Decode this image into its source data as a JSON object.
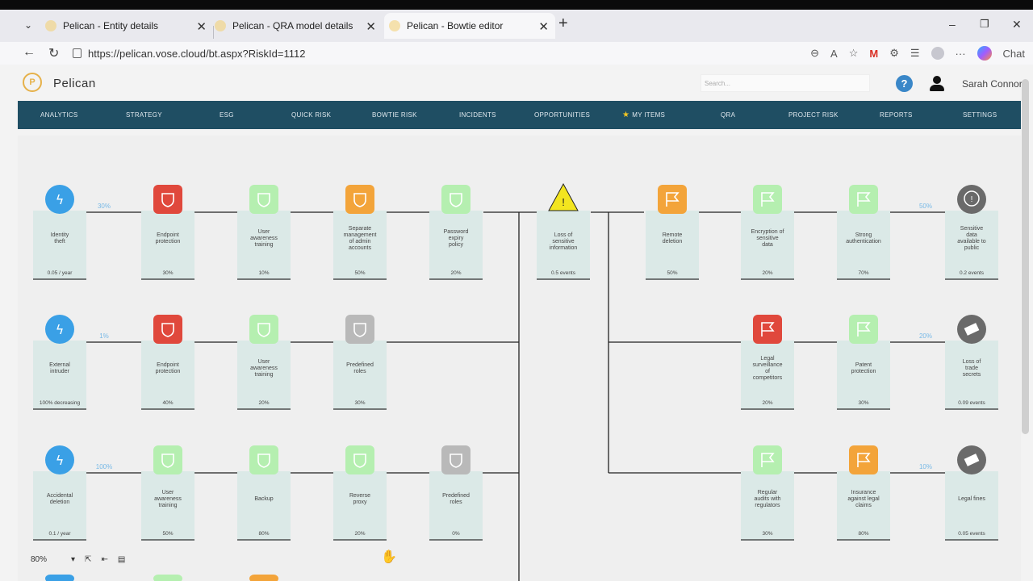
{
  "browser": {
    "tabs": [
      {
        "label": "Pelican - Entity details"
      },
      {
        "label": "Pelican - QRA model details"
      },
      {
        "label": "Pelican - Bowtie editor"
      }
    ],
    "new_tab": "+",
    "window_controls": {
      "minimize": "–",
      "restore": "❐",
      "close": "✕"
    },
    "url": "https://pelican.vose.cloud/bt.aspx?RiskId=1112",
    "chat_label": "Chat",
    "gmail_glyph": "M",
    "more_glyph": "···"
  },
  "app": {
    "brand": "Pelican",
    "search_placeholder": "Search...",
    "help_glyph": "?",
    "user_name": "Sarah Connor",
    "menu": [
      {
        "label": "ANALYTICS"
      },
      {
        "label": "STRATEGY"
      },
      {
        "label": "ESG"
      },
      {
        "label": "QUICK RISK"
      },
      {
        "label": "BOWTIE RISK"
      },
      {
        "label": "INCIDENTS"
      },
      {
        "label": "OPPORTUNITIES"
      },
      {
        "label": "MY ITEMS",
        "starred": true
      },
      {
        "label": "QRA"
      },
      {
        "label": "PROJECT RISK"
      },
      {
        "label": "REPORTS"
      },
      {
        "label": "SETTINGS"
      }
    ]
  },
  "colors": {
    "threat": "#3aa0e6",
    "control_red": "#e0483c",
    "control_orange": "#f3a43a",
    "control_green": "#b5efb0",
    "control_grey": "#b9b9b9",
    "consequence": "#6a6a6a",
    "hazard": "#f3e51f",
    "pct_label": "#78b9e6",
    "card": "#dbe9e7"
  },
  "bowtie": {
    "hazard": {
      "label": "Loss of sensitive information",
      "value": "0.5 events"
    },
    "threats": [
      {
        "name": "Identity theft",
        "value": "0.05 / year",
        "link_pct": "30%",
        "controls": [
          {
            "name": "Endpoint protection",
            "value": "30%",
            "status": "red",
            "icon": "shield"
          },
          {
            "name": "User awareness training",
            "value": "10%",
            "status": "green",
            "icon": "shield"
          },
          {
            "name": "Separate management of admin accounts",
            "value": "50%",
            "status": "orange",
            "icon": "shield"
          },
          {
            "name": "Password expiry policy",
            "value": "20%",
            "status": "green",
            "icon": "shield"
          }
        ]
      },
      {
        "name": "External intruder",
        "value": "100% decreasing",
        "link_pct": "1%",
        "controls": [
          {
            "name": "Endpoint protection",
            "value": "40%",
            "status": "red",
            "icon": "shield"
          },
          {
            "name": "User awareness training",
            "value": "20%",
            "status": "green",
            "icon": "shield"
          },
          {
            "name": "Predefined roles",
            "value": "30%",
            "status": "grey",
            "icon": "shield"
          }
        ]
      },
      {
        "name": "Accidental deletion",
        "value": "0.1 / year",
        "link_pct": "100%",
        "controls": [
          {
            "name": "User awareness training",
            "value": "50%",
            "status": "green",
            "icon": "shield"
          },
          {
            "name": "Backup",
            "value": "80%",
            "status": "green",
            "icon": "shield"
          },
          {
            "name": "Reverse proxy",
            "value": "20%",
            "status": "green",
            "icon": "shield"
          },
          {
            "name": "Predefined roles",
            "value": "0%",
            "status": "grey",
            "icon": "shield"
          }
        ]
      }
    ],
    "consequences": [
      {
        "name": "Sensitive data available to public",
        "value": "0.2 events",
        "link_pct": "50%",
        "icon": "speech",
        "controls": [
          {
            "name": "Remote deletion",
            "value": "50%",
            "status": "orange",
            "icon": "flag"
          },
          {
            "name": "Encryption of sensitive data",
            "value": "20%",
            "status": "green",
            "icon": "flag"
          },
          {
            "name": "Strong authentication",
            "value": "70%",
            "status": "green",
            "icon": "flag"
          }
        ]
      },
      {
        "name": "Loss of trade secrets",
        "value": "0.09 events",
        "link_pct": "20%",
        "icon": "money",
        "controls": [
          {
            "name": "Legal surveillance of competitors",
            "value": "20%",
            "status": "red",
            "icon": "flag"
          },
          {
            "name": "Patent protection",
            "value": "30%",
            "status": "green",
            "icon": "flag"
          }
        ]
      },
      {
        "name": "Legal fines",
        "value": "0.05 events",
        "link_pct": "10%",
        "icon": "money",
        "controls": [
          {
            "name": "Regular audits with regulators",
            "value": "30%",
            "status": "green",
            "icon": "flag"
          },
          {
            "name": "Insurance against legal claims",
            "value": "80%",
            "status": "orange",
            "icon": "flag"
          }
        ]
      }
    ]
  },
  "toolbar": {
    "zoom": "80%",
    "dropdown_glyph": "▾",
    "export_glyph": "⇱",
    "back_glyph": "⇤",
    "save_glyph": "▤"
  }
}
